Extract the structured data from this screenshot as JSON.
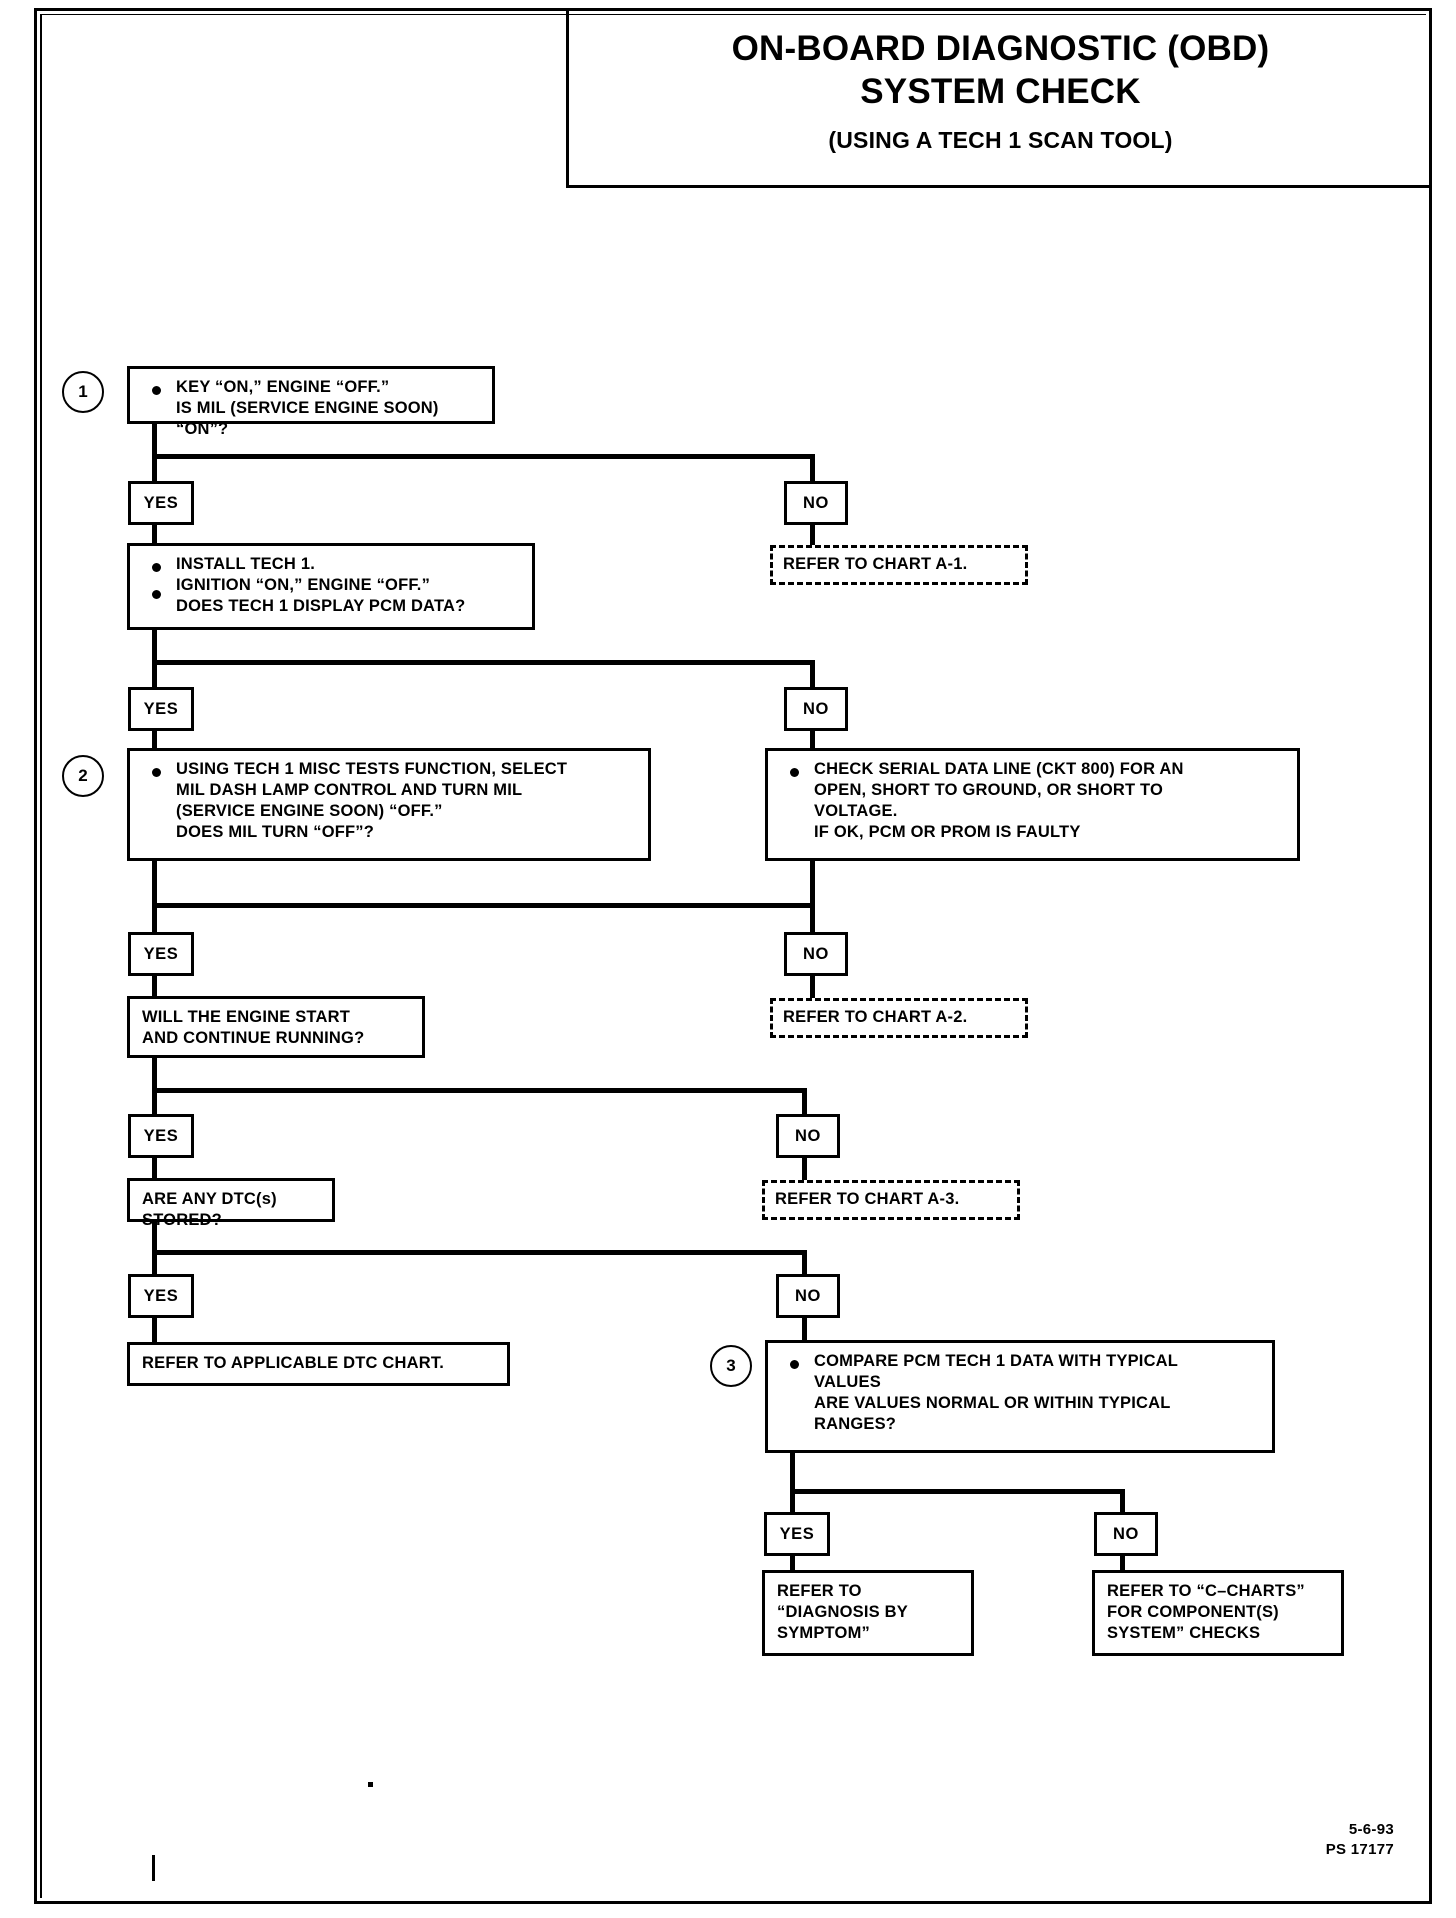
{
  "title": {
    "line1": "ON-BOARD DIAGNOSTIC (OBD)",
    "line2": "SYSTEM CHECK",
    "subtitle": "(USING A TECH 1 SCAN TOOL)"
  },
  "labels": {
    "yes": "YES",
    "no": "NO"
  },
  "steps": {
    "one": "1",
    "two": "2",
    "three": "3"
  },
  "nodes": {
    "step1": "KEY “ON,” ENGINE “OFF.”\nIS MIL (SERVICE ENGINE SOON) “ON”?",
    "install_tech1": "INSTALL TECH 1.\nIGNITION “ON,” ENGINE “OFF.”\nDOES TECH 1 DISPLAY PCM DATA?",
    "chart_a1": "REFER TO CHART A-1.",
    "step2": "USING TECH 1 MISC TESTS FUNCTION, SELECT\nMIL DASH LAMP CONTROL AND TURN MIL\n(SERVICE ENGINE SOON) “OFF.”\nDOES MIL TURN “OFF”?",
    "serial_data": "CHECK SERIAL DATA LINE (CKT 800) FOR AN\nOPEN, SHORT TO GROUND, OR SHORT TO\nVOLTAGE.\nIF OK, PCM OR PROM IS FAULTY",
    "engine_start": "WILL THE ENGINE START\nAND CONTINUE RUNNING?",
    "chart_a2": "REFER TO CHART A-2.",
    "dtc_stored": "ARE ANY DTC(s) STORED?",
    "chart_a3": "REFER TO CHART A-3.",
    "applicable_dtc": "REFER TO APPLICABLE DTC CHART.",
    "step3": "COMPARE PCM TECH 1 DATA WITH TYPICAL\nVALUES\nARE VALUES NORMAL OR WITHIN TYPICAL\nRANGES?",
    "diagnosis_by_symptom": "REFER TO\n“DIAGNOSIS BY\nSYMPTOM”",
    "c_charts": "REFER TO “C–CHARTS”\nFOR COMPONENT(S)\nSYSTEM” CHECKS"
  },
  "footer": {
    "date": "5-6-93",
    "code": "PS 17177"
  }
}
